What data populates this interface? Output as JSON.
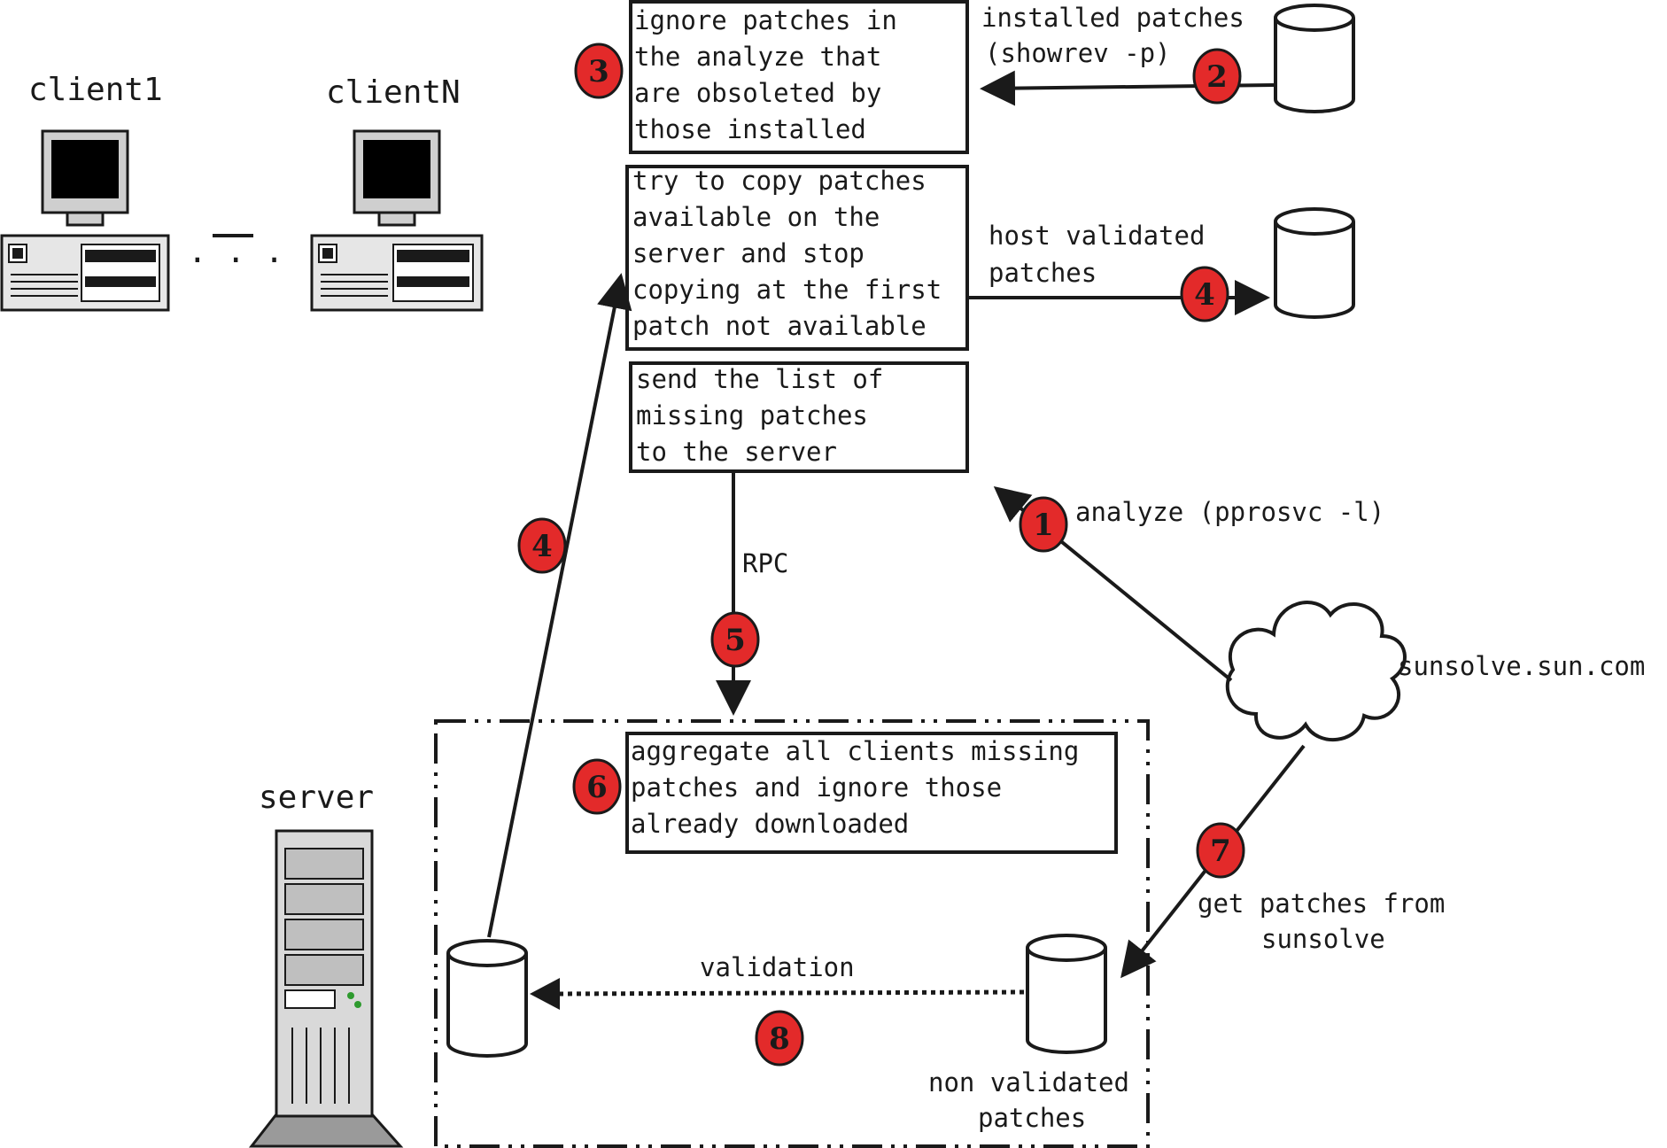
{
  "labels": {
    "client1": "client1",
    "clientN": "clientN",
    "dots": ". . .",
    "server": "server",
    "installed_patches": [
      "installed patches",
      "(showrev -p)"
    ],
    "host_validated": [
      "host validated",
      "patches"
    ],
    "analyze": "analyze (pprosvc -l)",
    "rpc": "RPC",
    "sunsolve": "sunsolve.sun.com",
    "get_patches": [
      "get patches from",
      "sunsolve"
    ],
    "validation": "validation",
    "non_validated": [
      "non validated",
      "patches"
    ]
  },
  "boxes": {
    "ignore": [
      "ignore patches in",
      "the analyze that",
      "are obsoleted by",
      "those installed"
    ],
    "copy": [
      "try to copy patches",
      "available on the",
      "server and stop",
      "copying at the first",
      "patch not available"
    ],
    "send": [
      "send the list of",
      "missing patches",
      "to the server"
    ],
    "aggregate": [
      "aggregate all clients missing",
      "patches and ignore those",
      "already downloaded"
    ]
  },
  "badges": [
    "3",
    "2",
    "4",
    "4",
    "1",
    "5",
    "6",
    "7",
    "8"
  ],
  "colors": {
    "badge": "#e32a2a",
    "ink": "#1a1a1a",
    "monitor_screen": "#000000",
    "panel_grey": "#bfbfbf"
  },
  "icons": [
    "desktop-computer-icon",
    "tower-server-icon",
    "cloud-icon",
    "database-cylinder-icon"
  ]
}
